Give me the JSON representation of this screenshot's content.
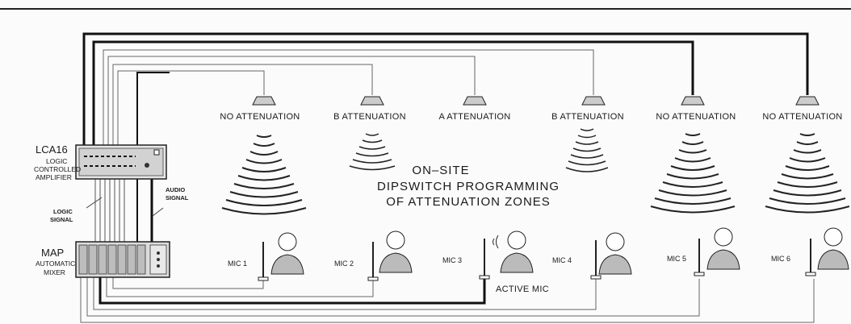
{
  "amplifier": {
    "name": "LCA16",
    "desc_line1": "LOGIC",
    "desc_line2": "CONTROLLED",
    "desc_line3": "AMPLIFIER"
  },
  "mixer": {
    "name": "MAP",
    "desc_line1": "AUTOMATIC",
    "desc_line2": "MIXER"
  },
  "signals": {
    "logic_line1": "LOGIC",
    "logic_line2": "SIGNAL",
    "audio_line1": "AUDIO",
    "audio_line2": "SIGNAL"
  },
  "programming_note": {
    "line1": "ON–SITE",
    "line2": "DIPSWITCH PROGRAMMING",
    "line3": "OF ATTENUATION ZONES"
  },
  "zones": [
    {
      "label": "NO ATTENUATION"
    },
    {
      "label": "B ATTENUATION"
    },
    {
      "label": "A ATTENUATION"
    },
    {
      "label": "B ATTENUATION"
    },
    {
      "label": "NO ATTENUATION"
    },
    {
      "label": "NO ATTENUATION"
    }
  ],
  "mics": [
    {
      "label": "MIC 1"
    },
    {
      "label": "MIC 2"
    },
    {
      "label": "MIC 3"
    },
    {
      "label": "MIC 4"
    },
    {
      "label": "MIC 5"
    },
    {
      "label": "MIC 6"
    }
  ],
  "active_mic_label": "ACTIVE MIC"
}
